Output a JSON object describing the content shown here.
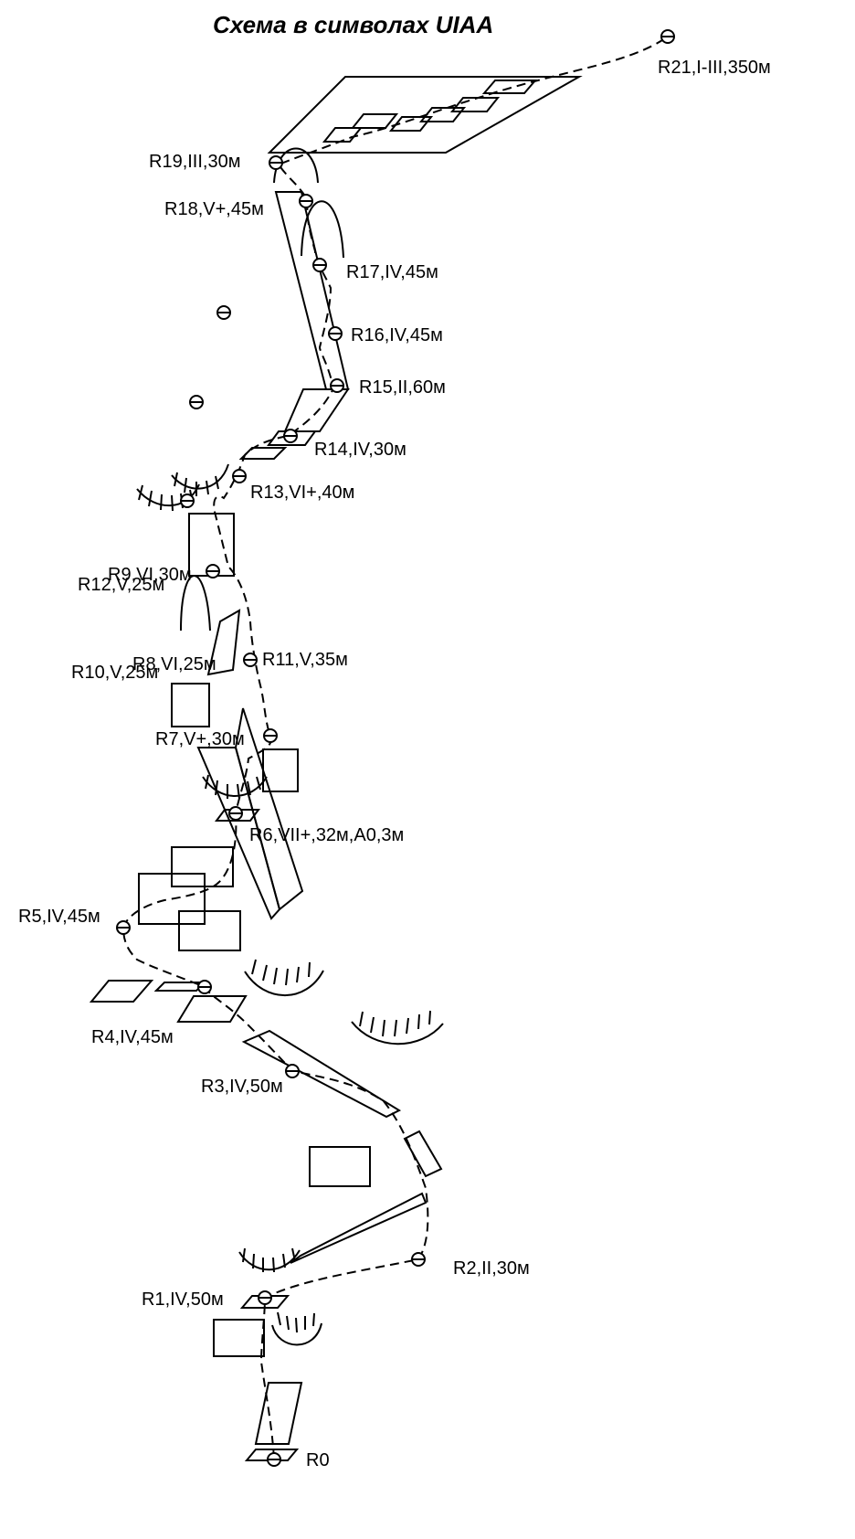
{
  "title": "Схема в символах UIAA",
  "stations": {
    "r0": "R0",
    "r1": "R1,IV,50м",
    "r2": "R2,II,30м",
    "r3": "R3,IV,50м",
    "r4": "R4,IV,45м",
    "r5": "R5,IV,45м",
    "r6": "R6,VII+,32м,A0,3м",
    "r7": "R7,V+,30м",
    "r8": "R8,VI,25м",
    "r9": "R9,VI,30м",
    "r10": "R10,V,25м",
    "r11": "R11,V,35м",
    "r12": "R12,V,25м",
    "r13": "R13,VI+,40м",
    "r14": "R14,IV,30м",
    "r15": "R15,II,60м",
    "r16": "R16,IV,45м",
    "r17": "R17,IV,45м",
    "r18": "R18,V+,45м",
    "r19": "R19,III,30м",
    "r21": "R21,I-III,350м"
  }
}
